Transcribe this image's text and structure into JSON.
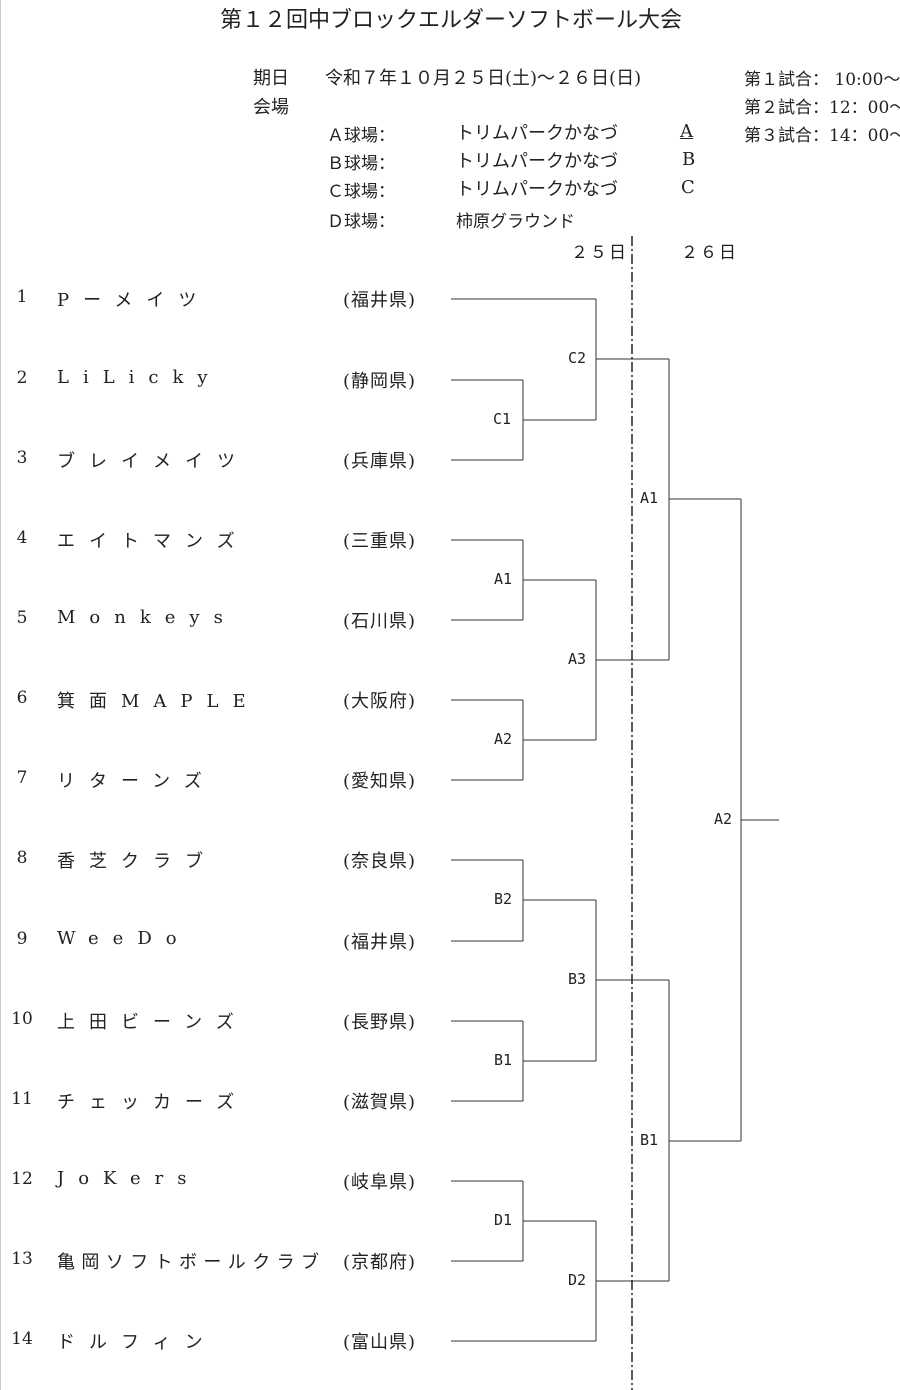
{
  "title": "第１２回中ブロックエルダーソフトボール大会",
  "info": {
    "date_label": "期日",
    "date": "令和７年１０月２５日(土)～２６日(日)",
    "venue_label": "会場",
    "fields": [
      {
        "label": "Ａ球場：",
        "name": "トリムパークかなづ",
        "mark": "A"
      },
      {
        "label": "Ｂ球場：",
        "name": "トリムパークかなづ",
        "mark": "B"
      },
      {
        "label": "Ｃ球場：",
        "name": "トリムパークかなづ",
        "mark": "C"
      },
      {
        "label": "Ｄ球場：",
        "name": "柿原グラウンド",
        "mark": ""
      }
    ],
    "games": [
      "第１試合： 10:00～",
      "第２試合：12：00～",
      "第３試合：14：00～"
    ],
    "day1": "２５日",
    "day2": "２６日"
  },
  "teams": [
    {
      "no": "1",
      "name": "Pーメイツ",
      "pref": "(福井県)"
    },
    {
      "no": "2",
      "name": "LiLicky",
      "pref": "(静岡県)"
    },
    {
      "no": "3",
      "name": "ブレイメイツ",
      "pref": "(兵庫県)"
    },
    {
      "no": "4",
      "name": "エイトマンズ",
      "pref": "(三重県)"
    },
    {
      "no": "5",
      "name": "Monkeys",
      "pref": "(石川県)"
    },
    {
      "no": "6",
      "name": "箕面MAPLE",
      "pref": "(大阪府)"
    },
    {
      "no": "7",
      "name": "リターンズ",
      "pref": "(愛知県)"
    },
    {
      "no": "8",
      "name": "香芝クラブ",
      "pref": "(奈良県)"
    },
    {
      "no": "9",
      "name": "WeeDo",
      "pref": "(福井県)"
    },
    {
      "no": "10",
      "name": "上田ビーンズ",
      "pref": "(長野県)"
    },
    {
      "no": "11",
      "name": "チェッカーズ",
      "pref": "(滋賀県)"
    },
    {
      "no": "12",
      "name": "JoKers",
      "pref": "(岐阜県)"
    },
    {
      "no": "13",
      "name": "亀岡ソフトボールクラブ",
      "pref": "(京都府)"
    },
    {
      "no": "14",
      "name": "ドルフィン",
      "pref": "(富山県)"
    }
  ],
  "matches": {
    "c1": "C1",
    "c2": "C2",
    "a1": "A1",
    "a2": "A2",
    "a3": "A3",
    "b1": "B1",
    "b2": "B2",
    "b3": "B3",
    "d1": "D1",
    "d2": "D2",
    "semi1": "A1",
    "semi2": "B1",
    "final": "A2"
  }
}
